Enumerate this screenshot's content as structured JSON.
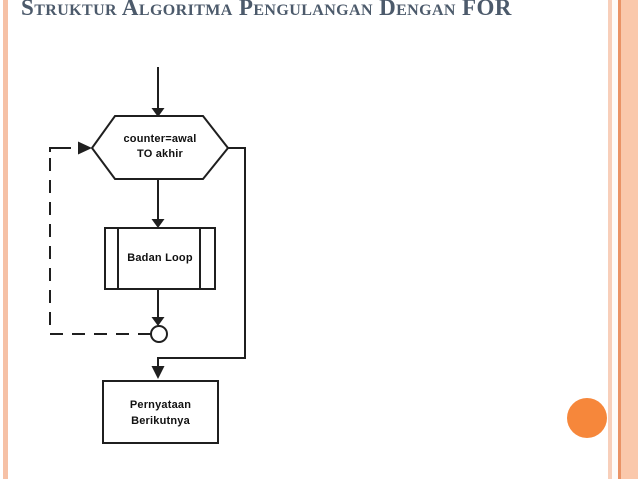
{
  "slide": {
    "title": "Struktur Algoritma Pengulangan Dengan FOR",
    "title_color": "#4C5A6B",
    "accent_circle_color": "#F6873B",
    "border_stripe_color": "#F8CFBA"
  },
  "flowchart": {
    "hexagon_node": {
      "type": "hexagon-loop-header",
      "line1": "counter=awal",
      "line2": "TO akhir"
    },
    "loop_body_node": {
      "type": "predefined-process",
      "label": "Badan Loop"
    },
    "connector_node": {
      "type": "connector-circle"
    },
    "next_statement_node": {
      "type": "process",
      "line1": "Pernyataan",
      "line2": "Berikutnya"
    }
  }
}
